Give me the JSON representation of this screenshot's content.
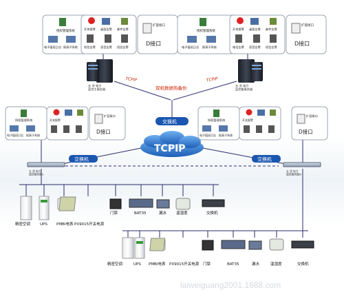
{
  "top_left_panel": {
    "auth": "授权管理系统",
    "fire": "开关报警",
    "desktop": "桌面告警",
    "mail": "邮件告警",
    "log": "电子值班日志",
    "report": "报表子系统",
    "sms": "短信告警",
    "voice": "语音告警",
    "sms2": "短信告警",
    "ext": "扩容接口",
    "d_port": "D接口"
  },
  "top_right_panel": {
    "auth": "授权管理系统",
    "fire": "开关报警",
    "desktop": "桌面告警",
    "mail": "邮件告警",
    "log": "电子值班日志",
    "report": "报表子系统",
    "voice": "语音告警",
    "sms": "电话告警",
    "sms2": "短信告警",
    "ext": "扩容接口",
    "d_port": "D接口"
  },
  "servers": {
    "left_caption": "五 凌 电力\n监控主服务器",
    "right_caption": "五 凌 电力\n监控备服务器",
    "hot_standby": "双机数据热备份",
    "tcpip_left": "TCPIP",
    "tcpip_right": "TCPIP"
  },
  "mid_left_panel": {
    "auth": "授权管理系统",
    "fire": "开关报警",
    "log": "电子值班日志",
    "report": "报表子系统",
    "ext": "扩容接口",
    "d_port": "D接口"
  },
  "mid_right_panel": {
    "auth": "授权管理系统",
    "fire": "开关报警",
    "log": "电子值班日志",
    "report": "报表子系统",
    "ext": "扩容接口",
    "d_port": "D接口"
  },
  "center": {
    "switch_top": "交换机",
    "cloud": "TCPIP",
    "switch_left": "交换机",
    "switch_right": "交换机",
    "left_caption": "五 凌 电力\n监控服务器II",
    "right_caption": "五 凌 电力\n监控服务器III"
  },
  "devices_row1": [
    "精密空调",
    "UPS",
    "PMBI电表",
    "PX9015开关电源",
    "门禁",
    "BAT35",
    "漏水",
    "温湿度",
    "交换机"
  ],
  "devices_row2": [
    "精密空调",
    "UPS",
    "PMBI电表",
    "PX9015开关电源",
    "门禁",
    "BAT35",
    "漏水",
    "温湿度",
    "交换机"
  ],
  "watermark": "laiweiguang2001.1688.com",
  "colors": {
    "line": "#2a2a6e",
    "accent_blue": "#1a56b0",
    "cloud": "#2a6fc7",
    "tcpip_red": "#cc2200",
    "box": "#c8cfd8"
  }
}
